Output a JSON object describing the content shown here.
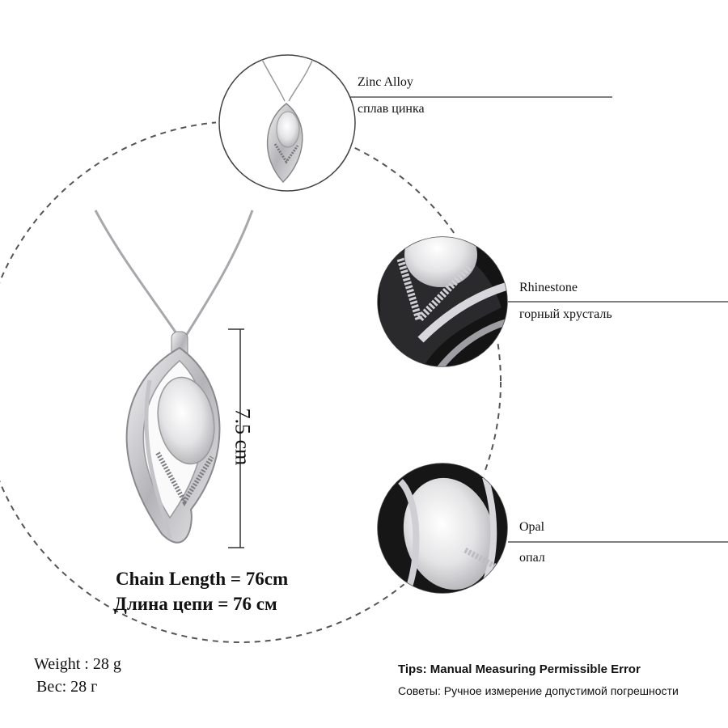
{
  "materials": [
    {
      "name_en": "Zinc Alloy",
      "name_ru": "сплав цинка",
      "icon": "pendant-overview-icon"
    },
    {
      "name_en": "Rhinestone",
      "name_ru": "горный хрусталь",
      "icon": "rhinestone-closeup-icon"
    },
    {
      "name_en": "Opal",
      "name_ru": "опал",
      "icon": "opal-closeup-icon"
    }
  ],
  "dimension": {
    "pendant_length": "7.5 cm"
  },
  "chain": {
    "length_en": "Chain Length = 76cm",
    "length_ru": "Длина цепи = 76 см"
  },
  "weight": {
    "en": "Weight : 28 g",
    "ru": "Вес: 28 г"
  },
  "tips": {
    "en": "Tips: Manual Measuring Permissible Error",
    "ru": "Советы: Ручное измерение допустимой погрешности"
  },
  "colors": {
    "stone": "#e6e6e6",
    "metal": "#c8c8cc",
    "closeup_bg": "#1a1a1a",
    "line": "#333333"
  }
}
